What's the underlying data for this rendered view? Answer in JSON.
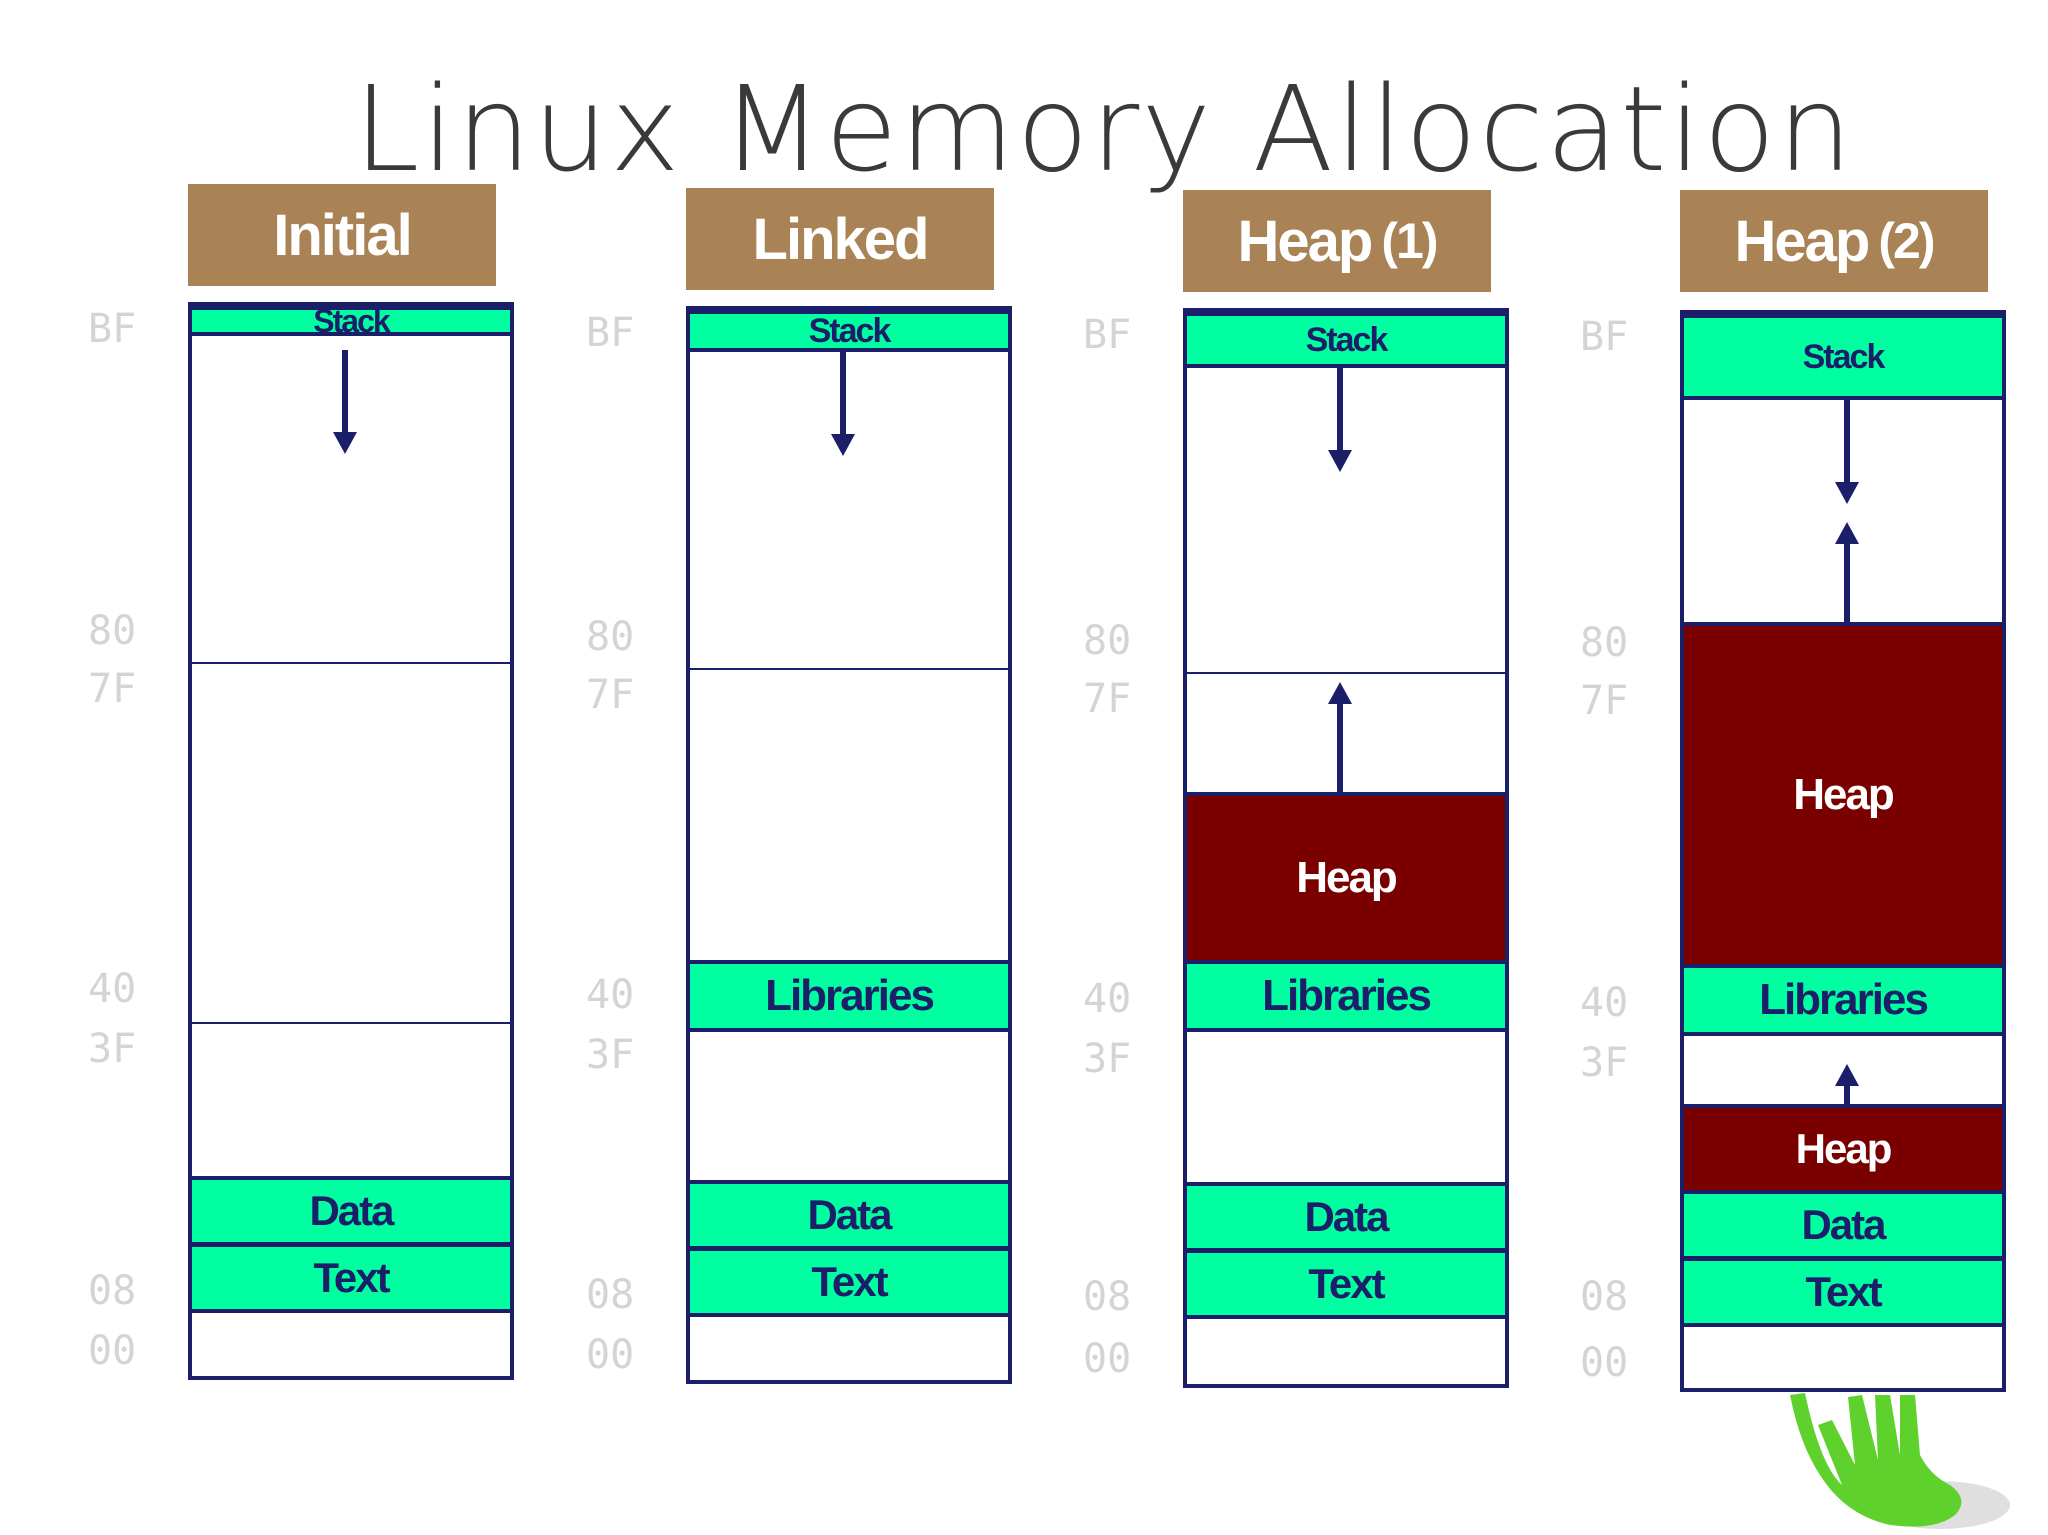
{
  "title": "Linux Memory Allocation",
  "colors": {
    "header": "#a98355",
    "segment": "#00ffa0",
    "heap": "#7a0000",
    "border": "#1b1e69"
  },
  "addresses": [
    "BF",
    "80",
    "7F",
    "40",
    "3F",
    "08",
    "00"
  ],
  "panels": [
    {
      "header": "Initial",
      "header_suffix": "",
      "segments": {
        "stack": "Stack",
        "data": "Data",
        "text": "Text"
      }
    },
    {
      "header": "Linked",
      "header_suffix": "",
      "segments": {
        "stack": "Stack",
        "libraries": "Libraries",
        "data": "Data",
        "text": "Text"
      }
    },
    {
      "header": "Heap",
      "header_suffix": "(1)",
      "segments": {
        "stack": "Stack",
        "heap": "Heap",
        "libraries": "Libraries",
        "data": "Data",
        "text": "Text"
      }
    },
    {
      "header": "Heap",
      "header_suffix": "(2)",
      "segments": {
        "stack": "Stack",
        "heap": "Heap",
        "libraries": "Libraries",
        "heap_low": "Heap",
        "data": "Data",
        "text": "Text"
      }
    }
  ]
}
